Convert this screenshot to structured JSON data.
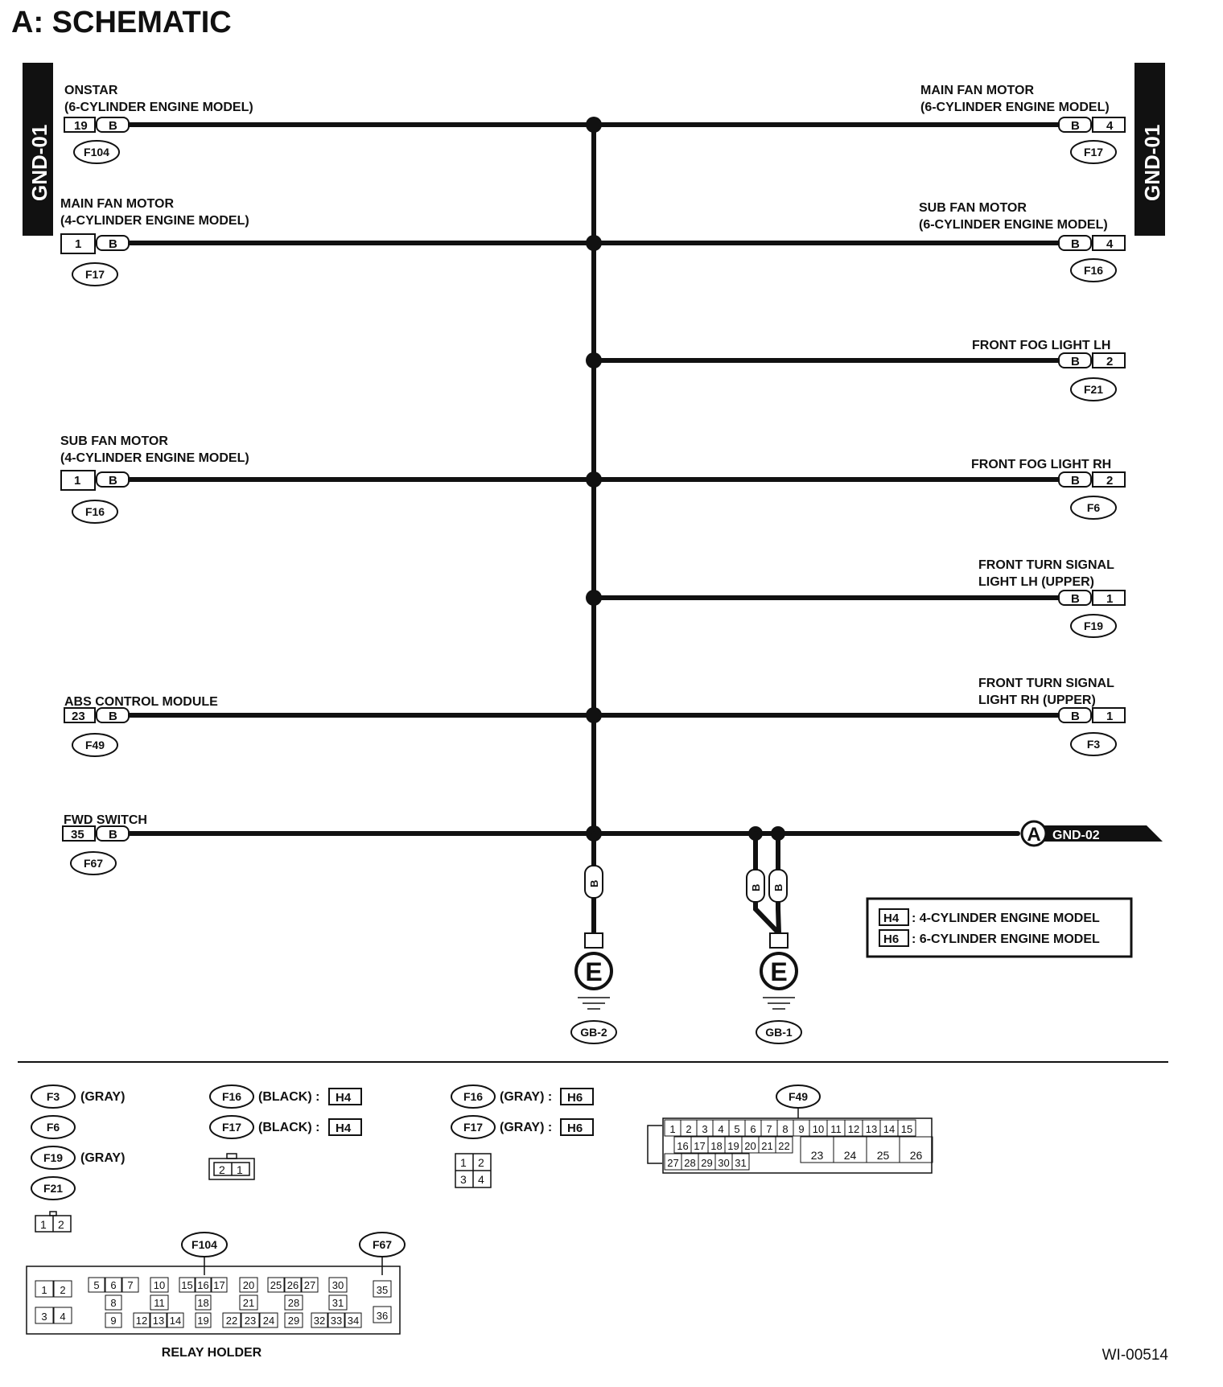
{
  "title": "A:  SCHEMATIC",
  "figure_id": "WI-00514",
  "side_tabs": {
    "left": "GND-01",
    "right": "GND-01"
  },
  "connectors_left": [
    {
      "name_line1": "ONSTAR",
      "name_line2": "(6-CYLINDER ENGINE MODEL)",
      "pin": "19",
      "color": "B",
      "id": "F104"
    },
    {
      "name_line1": "MAIN FAN MOTOR",
      "name_line2": "(4-CYLINDER ENGINE MODEL)",
      "pin": "1",
      "color": "B",
      "id": "F17"
    },
    {
      "name_line1": "SUB FAN MOTOR",
      "name_line2": "(4-CYLINDER ENGINE MODEL)",
      "pin": "1",
      "color": "B",
      "id": "F16"
    },
    {
      "name_line1": "ABS CONTROL MODULE",
      "name_line2": "",
      "pin": "23",
      "color": "B",
      "id": "F49"
    },
    {
      "name_line1": "FWD SWITCH",
      "name_line2": "",
      "pin": "35",
      "color": "B",
      "id": "F67"
    }
  ],
  "connectors_right": [
    {
      "name_line1": "MAIN FAN MOTOR",
      "name_line2": "(6-CYLINDER ENGINE MODEL)",
      "pin": "4",
      "color": "B",
      "id": "F17"
    },
    {
      "name_line1": "SUB FAN MOTOR",
      "name_line2": "(6-CYLINDER ENGINE MODEL)",
      "pin": "4",
      "color": "B",
      "id": "F16"
    },
    {
      "name_line1": "FRONT FOG LIGHT LH",
      "name_line2": "",
      "pin": "2",
      "color": "B",
      "id": "F21"
    },
    {
      "name_line1": "FRONT FOG LIGHT RH",
      "name_line2": "",
      "pin": "2",
      "color": "B",
      "id": "F6"
    },
    {
      "name_line1": "FRONT TURN SIGNAL",
      "name_line2": "LIGHT LH (UPPER)",
      "pin": "1",
      "color": "B",
      "id": "F19"
    },
    {
      "name_line1": "FRONT TURN SIGNAL",
      "name_line2": "LIGHT RH (UPPER)",
      "pin": "1",
      "color": "B",
      "id": "F3"
    }
  ],
  "continuation": {
    "letter": "A",
    "label": "GND-02"
  },
  "grounds": [
    {
      "wire_color": "B",
      "symbol": "E",
      "id": "GB-2"
    },
    {
      "wire_color": "B",
      "wire_color_2": "B",
      "symbol": "E",
      "id": "GB-1"
    }
  ],
  "legend": [
    {
      "code": "H4",
      "text": ": 4-CYLINDER ENGINE MODEL"
    },
    {
      "code": "H6",
      "text": ": 6-CYLINDER ENGINE MODEL"
    }
  ],
  "connector_key": {
    "group1": [
      {
        "id": "F3",
        "note": "(GRAY)"
      },
      {
        "id": "F6",
        "note": ""
      },
      {
        "id": "F19",
        "note": "(GRAY)"
      },
      {
        "id": "F21",
        "note": ""
      }
    ],
    "group1_pins": [
      "1",
      "2"
    ],
    "group2": [
      {
        "id": "F16",
        "note": "(BLACK) :",
        "code": "H4"
      },
      {
        "id": "F17",
        "note": "(BLACK) :",
        "code": "H4"
      }
    ],
    "group2_pins": [
      "2",
      "1"
    ],
    "group3": [
      {
        "id": "F16",
        "note": "(GRAY) :",
        "code": "H6"
      },
      {
        "id": "F17",
        "note": "(GRAY) :",
        "code": "H6"
      }
    ],
    "group3_pins": [
      "1",
      "2",
      "3",
      "4"
    ],
    "f49_label": "F49",
    "f49_row1": [
      "1",
      "2",
      "3",
      "4",
      "5",
      "6",
      "7",
      "8",
      "9",
      "10",
      "11",
      "12",
      "13",
      "14",
      "15"
    ],
    "f49_row2": [
      "16",
      "17",
      "18",
      "19",
      "20",
      "21",
      "22"
    ],
    "f49_row3": [
      "27",
      "28",
      "29",
      "30",
      "31"
    ],
    "f49_big": [
      "23",
      "24",
      "25",
      "26"
    ],
    "relay_holder_label": "RELAY HOLDER",
    "relay_f104": "F104",
    "relay_f67": "F67",
    "relay_pins": [
      "1",
      "2",
      "3",
      "4",
      "5",
      "6",
      "7",
      "8",
      "9",
      "10",
      "11",
      "12",
      "13",
      "14",
      "15",
      "16",
      "17",
      "18",
      "19",
      "20",
      "21",
      "22",
      "23",
      "24",
      "25",
      "26",
      "27",
      "28",
      "29",
      "30",
      "31",
      "32",
      "33",
      "34",
      "35",
      "36"
    ]
  }
}
